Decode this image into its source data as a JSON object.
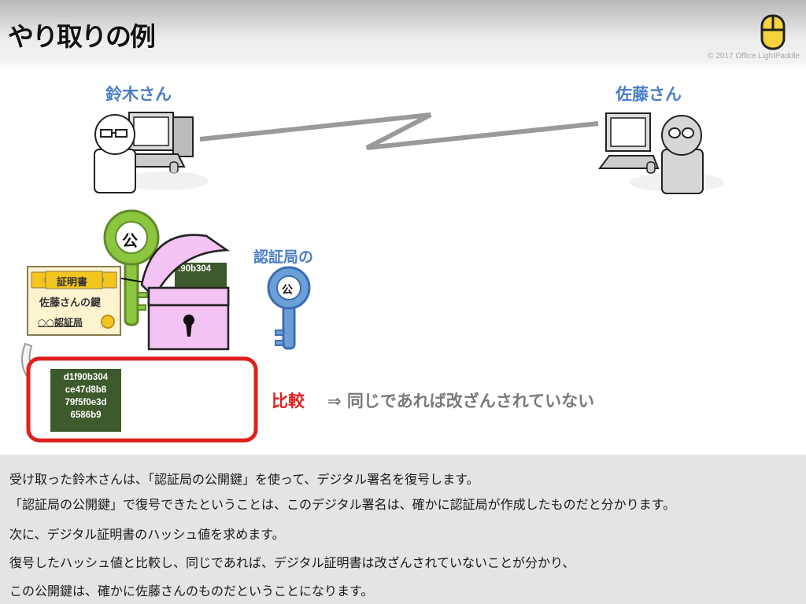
{
  "header": {
    "title": "やり取りの例",
    "copyright": "© 2017 Office LightPaddle"
  },
  "people": {
    "left": "鈴木さん",
    "right": "佐藤さん"
  },
  "certificate": {
    "title": "証明書",
    "owner": "佐藤さんの鍵",
    "issuer": "○○認証局"
  },
  "keys": {
    "public_key_symbol": "公",
    "ca_key_label": "認証局の"
  },
  "hashes": {
    "decrypted_partial": ".90b304",
    "computed_lines": [
      "d1f90b304",
      "ce47d8b8",
      "79f5f0e3d",
      "6586b9"
    ]
  },
  "comparison": {
    "label": "比較",
    "result": "⇒ 同じであれば改ざんされていない"
  },
  "caption": {
    "lines": [
      "受け取った鈴木さんは、「認証局の公開鍵」を使って、デジタル署名を復号します。",
      "「認証局の公開鍵」で復号できたということは、このデジタル署名は、確かに認証局が作成したものだと分かります。",
      "次に、デジタル証明書のハッシュ値を求めます。",
      "復号したハッシュ値と比較し、同じであれば、デジタル証明書は改ざんされていないことが分かり、",
      "この公開鍵は、確かに佐藤さんのものだということになります。"
    ]
  },
  "colors": {
    "accent_blue": "#4a7ec9",
    "key_green": "#8cc63f",
    "box_red": "#e0201e",
    "chest_pink": "#f3c3f3",
    "hash_green": "#3c5a2b"
  }
}
